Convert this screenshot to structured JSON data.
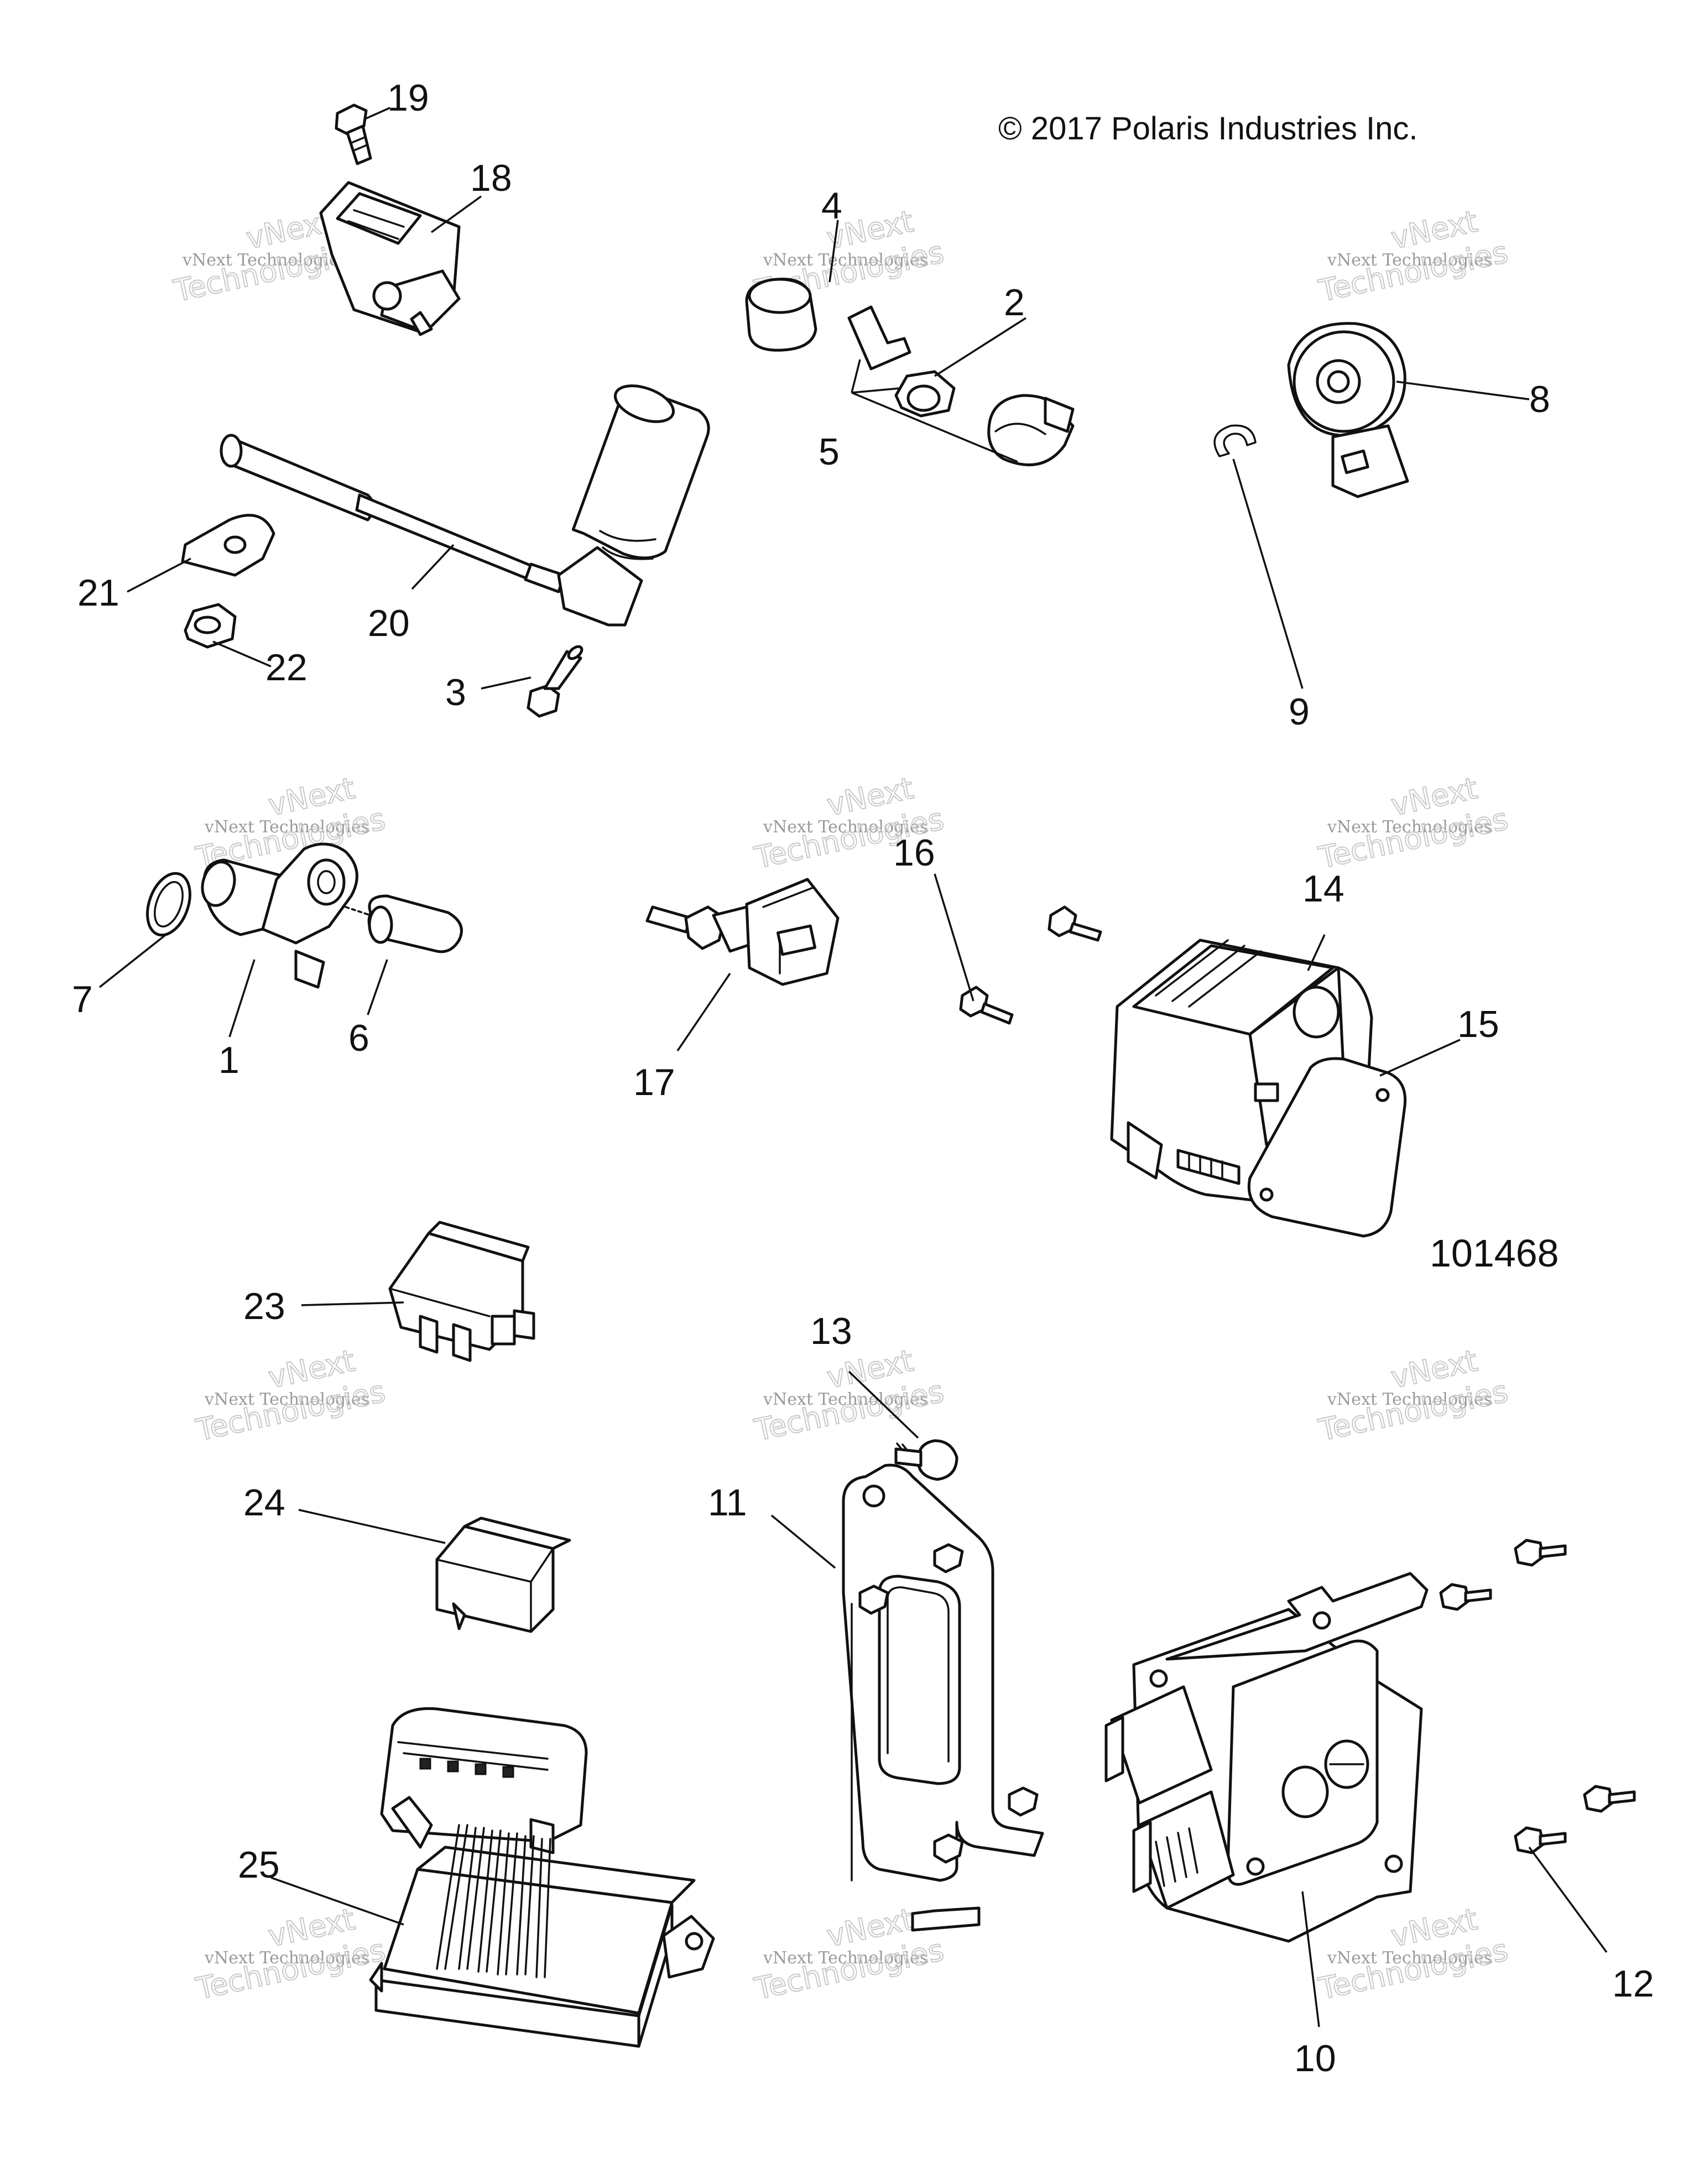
{
  "copyright": "© 2017 Polaris Industries Inc.",
  "diagram_number": "101468",
  "watermark": {
    "line": "vNext Technologies",
    "brand_top": "vNext",
    "brand_bottom": "Technologies"
  },
  "callouts": {
    "c1": "1",
    "c2": "2",
    "c3": "3",
    "c4": "4",
    "c5": "5",
    "c6": "6",
    "c7": "7",
    "c8": "8",
    "c9": "9",
    "c10": "10",
    "c11": "11",
    "c12": "12",
    "c13": "13",
    "c14": "14",
    "c15": "15",
    "c16": "16",
    "c17": "17",
    "c18": "18",
    "c19": "19",
    "c20": "20",
    "c21": "21",
    "c22": "22",
    "c23": "23",
    "c24": "24",
    "c25": "25"
  }
}
